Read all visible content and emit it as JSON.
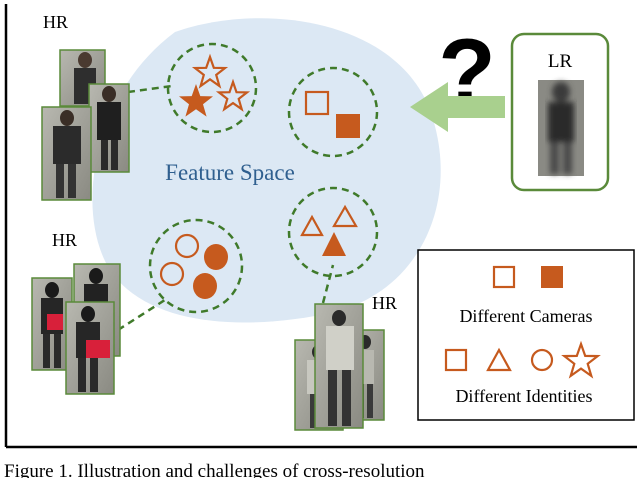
{
  "groups": [
    {
      "label": "HR"
    },
    {
      "label": "HR"
    },
    {
      "label": "HR"
    }
  ],
  "query": {
    "label": "LR",
    "symbol": "?"
  },
  "feature_space": {
    "label": "Feature Space"
  },
  "legend": {
    "cameras_label": "Different Cameras",
    "identities_label": "Different Identities"
  },
  "caption": {
    "text": "Figure 1. Illustration and challenges of cross-resolution"
  },
  "colors": {
    "accent": "#c65a1e",
    "cluster_border": "#3f7a2a",
    "feature_space": "#dce8f4",
    "arrow": "#a9d08e",
    "photo_border": "#5a8a3a"
  }
}
